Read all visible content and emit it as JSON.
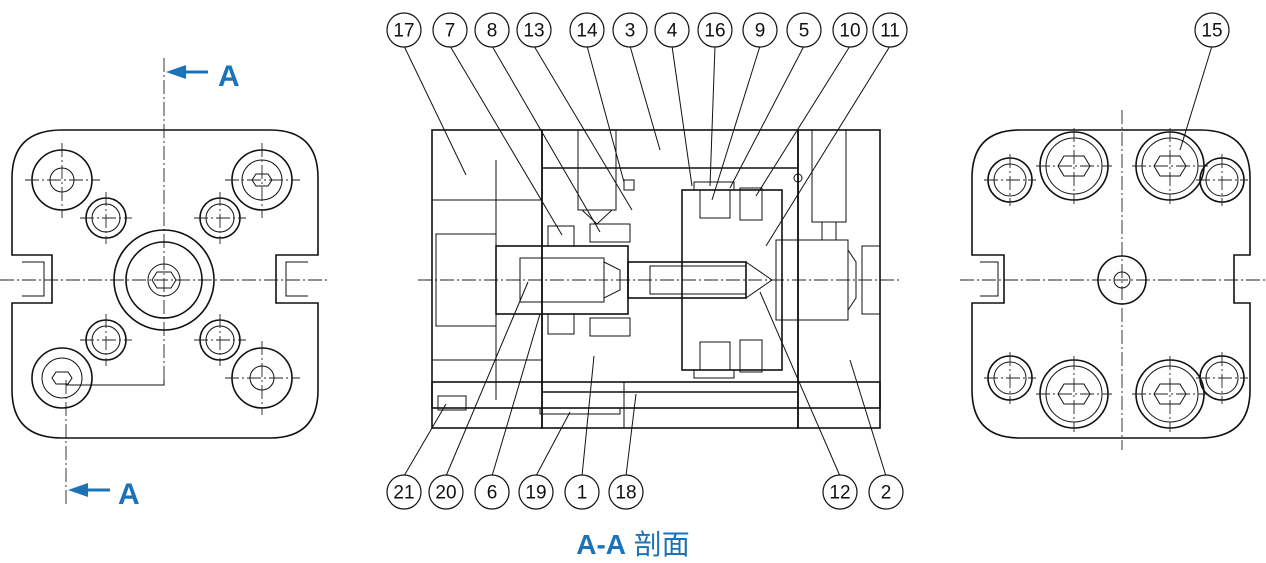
{
  "section_mark": "A",
  "caption": {
    "title": "A-A",
    "suffix": "剖面"
  },
  "part_numbers_top": [
    "17",
    "7",
    "8",
    "13",
    "14",
    "3",
    "4",
    "16",
    "9",
    "5",
    "10",
    "11"
  ],
  "part_numbers_bottom": [
    "21",
    "20",
    "6",
    "19",
    "1",
    "18",
    "12",
    "2"
  ],
  "part_number_side": "15",
  "colors": {
    "accent": "#1a73b8",
    "line": "#111111"
  }
}
